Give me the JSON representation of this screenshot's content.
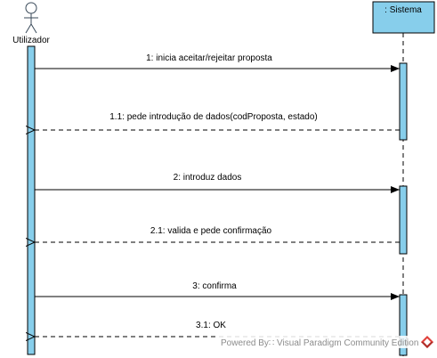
{
  "diagram": {
    "actor": {
      "name": "Utilizador"
    },
    "system": {
      "name": ": Sistema"
    },
    "messages": [
      {
        "id": "1",
        "text": "1: inicia aceitar/rejeitar proposta",
        "kind": "call"
      },
      {
        "id": "1.1",
        "text": "1.1: pede introdução de dados(codProposta, estado)",
        "kind": "return"
      },
      {
        "id": "2",
        "text": "2: introduz dados",
        "kind": "call"
      },
      {
        "id": "2.1",
        "text": "2.1:  valida e pede confirmação",
        "kind": "return"
      },
      {
        "id": "3",
        "text": "3: confirma",
        "kind": "call"
      },
      {
        "id": "3.1",
        "text": "3.1: OK",
        "kind": "return"
      }
    ],
    "watermark": "Powered By∷ Visual Paradigm Community Edition"
  },
  "colors": {
    "activation_fill": "#87ceeb",
    "lifeline": "#000000",
    "watermark_text": "#8c8c8c",
    "logo_top": "#e0403a",
    "logo_bottom": "#b02d28"
  }
}
